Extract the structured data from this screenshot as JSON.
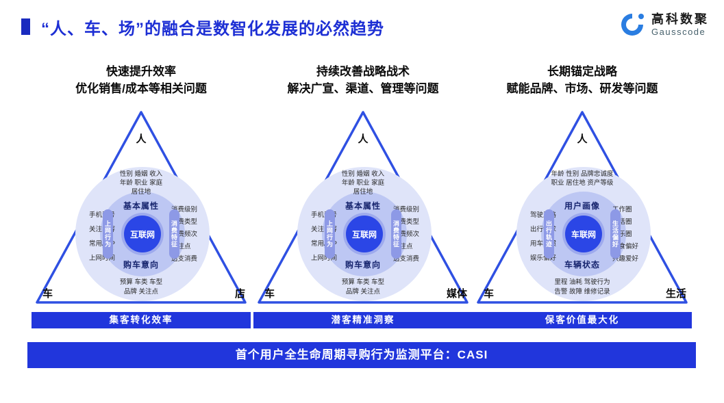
{
  "slide": {
    "title": "“人、车、场”的融合是数智化发展的必然趋势"
  },
  "logo": {
    "name_cn": "高科数聚",
    "name_en": "Gausscode"
  },
  "columns": [
    {
      "heading_line1": "快速提升效率",
      "heading_line2": "优化销售/成本等相关问题",
      "apex_label": "人",
      "left_vertex": "车",
      "right_vertex": "店",
      "center_label": "互联网",
      "ring_top": "基本属性",
      "ring_bottom": "购车意向",
      "ring_left": "上网行为",
      "ring_right": "消费特征",
      "outer_top": "性别 婚姻 收入\n年龄 职业 家庭\n居住地",
      "outer_left": "手机型号\n关注内容\n常用APP\n上网时间",
      "outer_right": "消费级别\n消费类型\n消费频次\n关注点\n透支消费",
      "outer_bottom": "预算 车类 车型\n品牌 关注点",
      "banner": "集客转化效率"
    },
    {
      "heading_line1": "持续改善战略战术",
      "heading_line2": "解决广宣、渠道、管理等问题",
      "apex_label": "人",
      "left_vertex": "车",
      "right_vertex": "媒体",
      "center_label": "互联网",
      "ring_top": "基本属性",
      "ring_bottom": "购车意向",
      "ring_left": "上网行为",
      "ring_right": "消费特征",
      "outer_top": "性别 婚姻 收入\n年龄 职业 家庭\n居住地",
      "outer_left": "手机型号\n关注内容\n常用APP\n上网时间",
      "outer_right": "消费级别\n消费类型\n消费频次\n关注点\n透支消费",
      "outer_bottom": "预算 车类 车型\n品牌 关注点",
      "banner": "潜客精准洞察"
    },
    {
      "heading_line1": "长期锚定战略",
      "heading_line2": "赋能品牌、市场、研发等问题",
      "apex_label": "人",
      "left_vertex": "车",
      "right_vertex": "生活",
      "center_label": "车联网",
      "ring_top": "用户画像",
      "ring_bottom": "车辆状态",
      "ring_left": "出行轨迹",
      "ring_right": "生活偏好",
      "outer_top": "年龄 性别 品牌忠诚度\n职业 居住地 资产等级",
      "outer_left": "驾驶风格\n出行需求\n用车习惯\n娱乐偏好",
      "outer_right": "工作圈\n生活圈\n娱乐圈\n饮食偏好\n兴趣爱好",
      "outer_bottom": "里程 油耗 驾驶行为\n告警 故障 维修记录",
      "banner": "保客价值最大化"
    }
  ],
  "bottom_banner": "首个用户全生命周期寻购行为监测平台：CASI",
  "colors": {
    "accent": "#1d2fd4",
    "banner": "#2136dc",
    "triangle": "#2f50e2",
    "circle-outer": "#dfe4f9",
    "circle-middle": "#bdc7f3",
    "circle-center": "#2b46e6",
    "ring-pill": "#8d99e6"
  }
}
